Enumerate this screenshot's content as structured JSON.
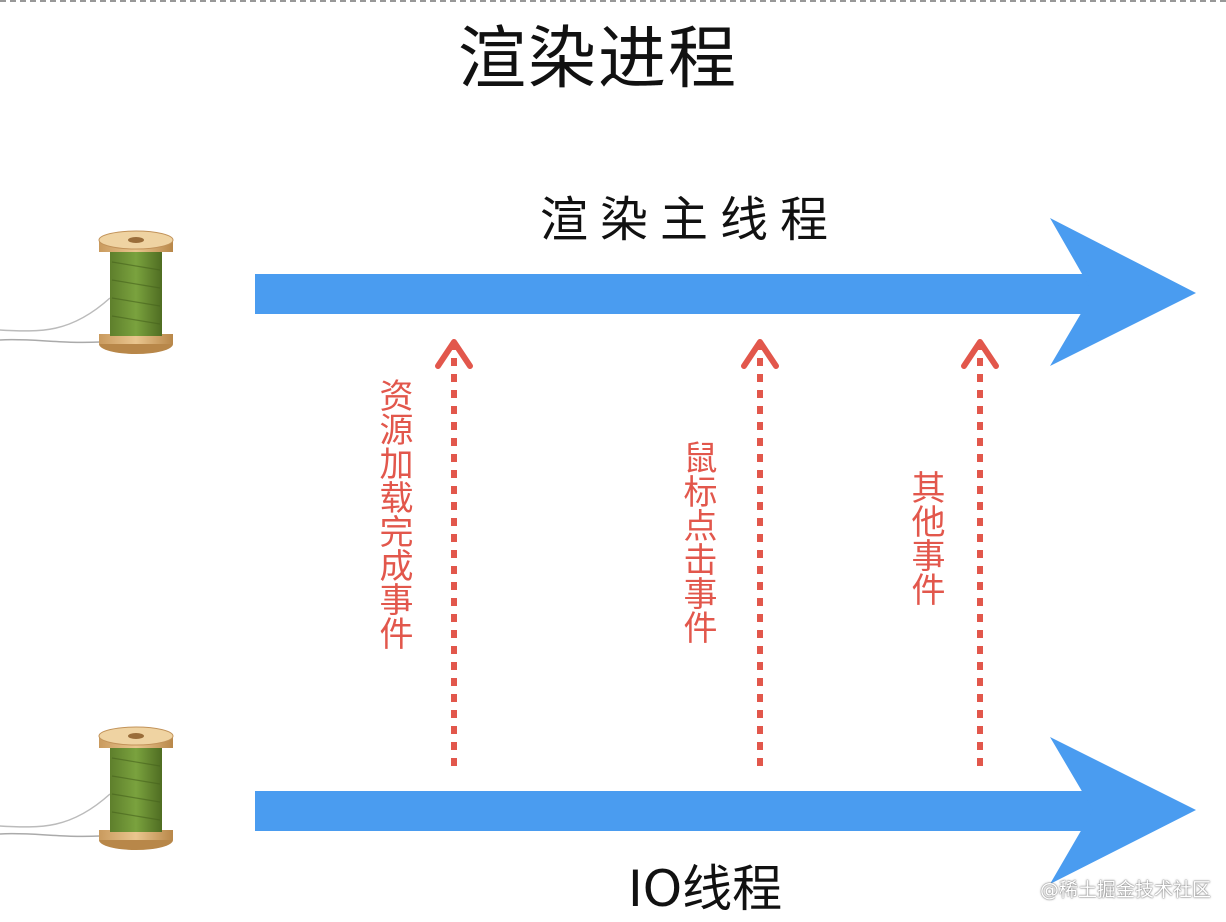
{
  "title": "渲染进程",
  "threads": {
    "main": {
      "label": "渲染主线程",
      "color": "#4a9cf0"
    },
    "io": {
      "label": "IO线程",
      "color": "#4a9cf0"
    }
  },
  "events": [
    {
      "label": "资源加载完成事件"
    },
    {
      "label": "鼠标点击事件"
    },
    {
      "label": "其他事件"
    }
  ],
  "event_color": "#e2574c",
  "icons": {
    "spool": "thread-spool-icon"
  },
  "watermark": "@稀土掘金技术社区"
}
